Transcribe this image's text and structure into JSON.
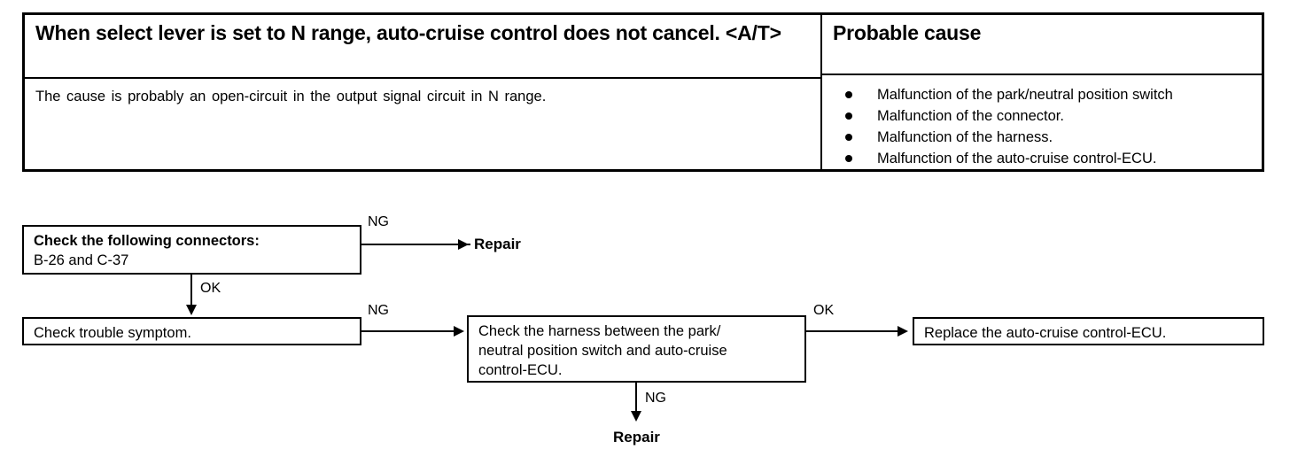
{
  "table": {
    "headers": {
      "symptom": "When select lever is set to N range, auto-cruise control does not cancel. <A/T>",
      "cause": "Probable cause"
    },
    "symptom_body": "The cause is probably an open-circuit in the output signal circuit in N range.",
    "causes": [
      "Malfunction of the park/neutral position switch",
      "Malfunction of the connector.",
      "Malfunction of the harness.",
      "Malfunction of the auto-cruise control-ECU."
    ]
  },
  "flow": {
    "boxes": {
      "connectors": {
        "line1": "Check the following connectors:",
        "line2": "B-26 and C-37"
      },
      "symptom": "Check trouble symptom.",
      "harness": {
        "line1": "Check the harness between the park/",
        "line2": "neutral position switch and auto-cruise",
        "line3": "control-ECU."
      },
      "replace": "Replace the auto-cruise control-ECU."
    },
    "labels": {
      "ng_connectors": "NG",
      "ok_connectors": "OK",
      "ng_symptom": "NG",
      "ok_harness": "OK",
      "ng_harness": "NG"
    },
    "terminals": {
      "repair_top": "Repair",
      "repair_bottom": "Repair"
    }
  }
}
